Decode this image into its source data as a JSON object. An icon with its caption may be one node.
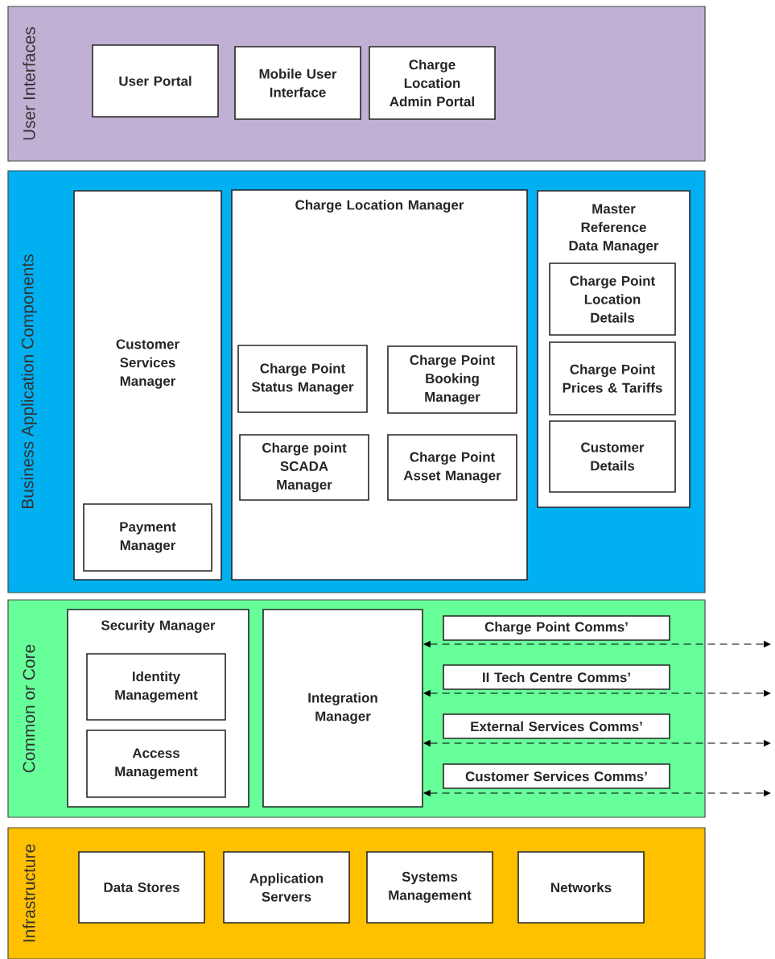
{
  "diagram": {
    "nodes": [
      {
        "text": [
          "User Interfaces"
        ]
      },
      {
        "text": [
          "User Portal"
        ],
        "in": 0
      },
      {
        "text": [
          "Mobile User Interface"
        ],
        "in": 0
      },
      {
        "text": [
          "Charge Location Admin Portal"
        ],
        "in": 0
      },
      {
        "text": [
          "Business Application Components"
        ]
      },
      {
        "text": [
          "Customer Services Manager"
        ],
        "in": 4
      },
      {
        "text": [
          "Payment Manager"
        ],
        "in": 5
      },
      {
        "text": [
          "Charge Location Manager"
        ],
        "in": 4
      },
      {
        "text": [
          "Charge Point Status Manager"
        ],
        "in": 7
      },
      {
        "text": [
          "Charge Point Booking Manager"
        ],
        "in": 7
      },
      {
        "text": [
          "Charge point SCADA Manager"
        ],
        "in": 7
      },
      {
        "text": [
          "Charge Point Asset Manager"
        ],
        "in": 7
      },
      {
        "text": [
          "Master Reference Data Manager"
        ],
        "in": 4
      },
      {
        "text": [
          "Charge Point Location Details"
        ],
        "in": 12
      },
      {
        "text": [
          "Charge Point Prices & Tariffs"
        ],
        "in": 12
      },
      {
        "text": [
          "Customer Details"
        ],
        "in": 12
      },
      {
        "text": [
          "Common or Core"
        ]
      },
      {
        "text": [
          "Security Manager"
        ],
        "in": 16
      },
      {
        "text": [
          "Identity Management"
        ],
        "in": 17
      },
      {
        "text": [
          "Access Management"
        ],
        "in": 17
      },
      {
        "text": [
          "Integration Manager"
        ],
        "in": 16
      },
      {
        "text": [
          "Charge Point Comms’"
        ],
        "in": 16
      },
      {
        "text": [
          "II Tech Centre Comms’"
        ],
        "in": 16
      },
      {
        "text": [
          "External Services Comms’"
        ],
        "in": 16
      },
      {
        "text": [
          "Customer Services Comms’"
        ],
        "in": 16
      },
      {
        "text": [
          "Infrastructure"
        ]
      },
      {
        "text": [
          "Data Stores"
        ],
        "in": 25
      },
      {
        "text": [
          "Application Servers"
        ],
        "in": 25
      },
      {
        "text": [
          "Systems Management"
        ],
        "in": 25
      },
      {
        "text": [
          "Networks"
        ],
        "in": 25
      }
    ],
    "edges": [
      {
        "from": 20,
        "to": null,
        "arrow": "both",
        "style": "dashed"
      },
      {
        "from": 20,
        "to": null,
        "arrow": "both",
        "style": "dashed"
      },
      {
        "from": 20,
        "to": null,
        "arrow": "both",
        "style": "dashed"
      },
      {
        "from": 20,
        "to": null,
        "arrow": "both",
        "style": "dashed"
      }
    ]
  }
}
